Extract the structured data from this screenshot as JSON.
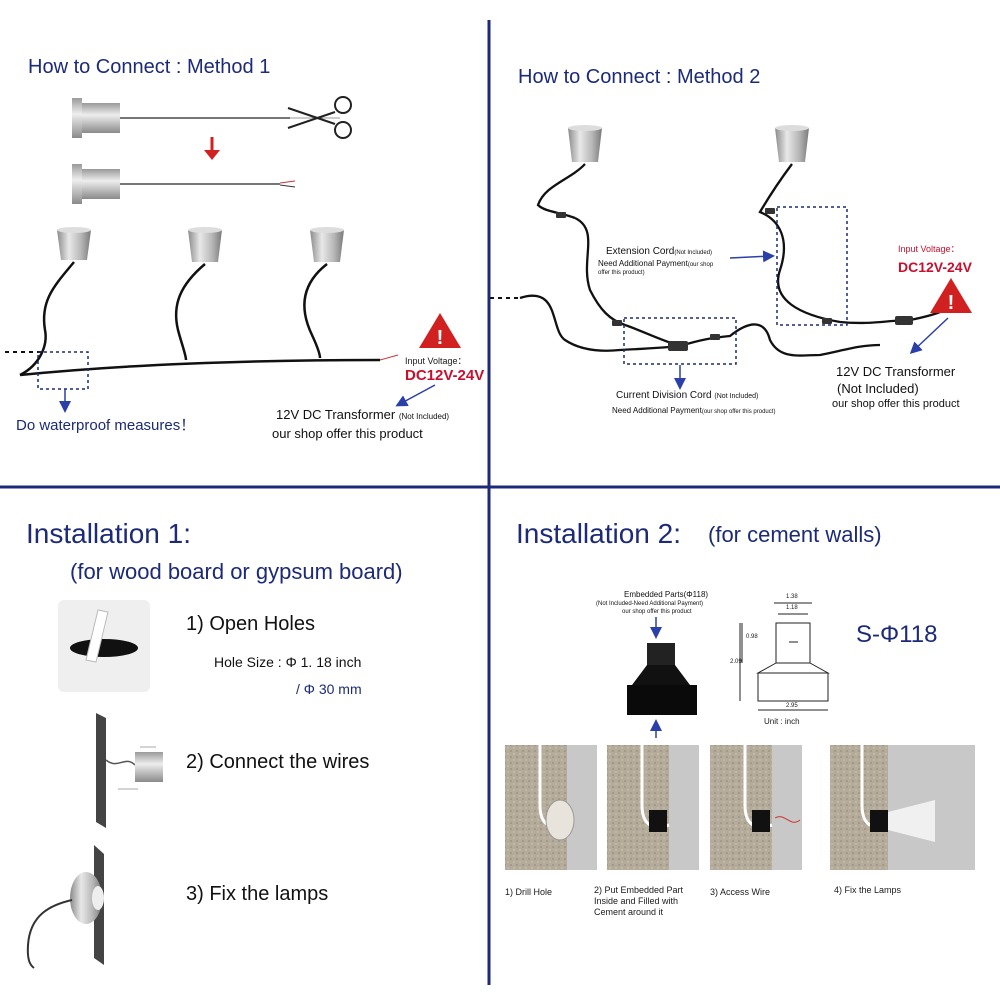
{
  "colors": {
    "divider": "#1c2a77",
    "heading": "#1c2a77",
    "warning": "#c8102e",
    "arrow": "#2b3fa8"
  },
  "method1": {
    "title": "How to Connect : Method 1",
    "note": "Do waterproof measures！",
    "voltage_label": "Input Voltage：",
    "voltage_value": "DC12V-24V",
    "transformer": "12V DC Transformer",
    "transformer_note": "(Not Included)",
    "offer": "our shop offer this product"
  },
  "method2": {
    "title": "How to Connect : Method 2",
    "extension_line1": "Extension Cord",
    "extension_line1_note": "(Not Included)",
    "extension_line2": "Need Additional Payment",
    "extension_line2_note": "(our shop",
    "extension_line3": "offer this product)",
    "voltage_label": "Input Voltage：",
    "voltage_value": "DC12V-24V",
    "transformer": "12V DC Transformer",
    "transformer_note": "(Not Included)",
    "offer": "our shop offer this product",
    "division_line1": "Current Division Cord",
    "division_line1_note": "(Not Included)",
    "division_line2": "Need Additional Payment",
    "division_line2_note": "(our shop offer this product)"
  },
  "install1": {
    "title": "Installation 1:",
    "subtitle": "(for wood board or gypsum board)",
    "step1": "1) Open Holes",
    "hole_size": "Hole Size : Φ 1. 18 inch",
    "hole_mm": "/ Φ 30 mm",
    "step2": "2) Connect the wires",
    "step3": "3) Fix the lamps"
  },
  "install2": {
    "title": "Installation 2:",
    "subtitle": "(for cement walls)",
    "embedded_title": "Embedded Parts(Φ118)",
    "embedded_note1": "(Not Included-Need Additional Payment)",
    "embedded_note2": "our shop offer this product",
    "model": "S-Φ118",
    "dim_top": "1.38",
    "dim_inner": "1.18",
    "dim_left_small": "0.98",
    "dim_left_large": "2.09",
    "dim_bottom": "2.95",
    "unit": "Unit : inch",
    "steps": [
      "1) Drill Hole",
      "2) Put Embedded Part\nInside and Filled with\nCement around it",
      "3) Access Wire",
      "4) Fix the Lamps"
    ]
  }
}
